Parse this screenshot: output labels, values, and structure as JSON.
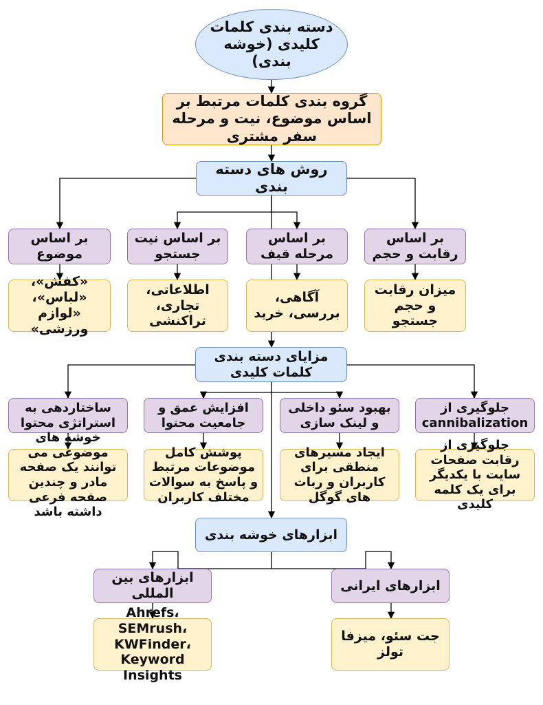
{
  "title": "دسته بندی کلمات کلیدی (خوشه بندی)",
  "definition": "گروه بندی کلمات مرتبط بر اساس موضوع، نیت و مرحله سفر مشتری",
  "methods": {
    "heading": "روش های دسته بندی",
    "items": [
      {
        "label": "بر اساس موضوع",
        "detail": "«کفش»، «لباس»، «لوازم ورزشی»"
      },
      {
        "label": "بر اساس نیت جستجو",
        "detail": "اطلاعاتی، تجاری، تراکنشی"
      },
      {
        "label": "بر اساس مرحله قیف",
        "detail": "آگاهی، بررسی، خرید"
      },
      {
        "label": "بر اساس رقابت و حجم",
        "detail": "میزان رقابت و حجم جستجو"
      }
    ]
  },
  "benefits": {
    "heading": "مزایای دسته بندی کلمات کلیدی",
    "items": [
      {
        "label": "ساختاردهی به استراتژی محتوا",
        "detail": "خوشه های موضوعی می توانند یک صفحه مادر و چندین صفحه فرعی داشته باشد"
      },
      {
        "label": "افزایش عمق و جامعیت محتوا",
        "detail": "پوشش کامل موضوعات مرتبط و پاسخ به سوالات مختلف کاربران"
      },
      {
        "label": "بهبود سئو داخلی و لینک سازی",
        "detail": "ایجاد مسیرهای منطقی برای کاربران و ربات های گوگل"
      },
      {
        "label": "جلوگیری از cannibalization",
        "detail": "جلوگیری از رقابت صفحات سایت با یکدیگر برای یک کلمه کلیدی"
      }
    ]
  },
  "tools": {
    "heading": "ابزارهای خوشه بندی",
    "items": [
      {
        "label": "ابزارهای بین المللی",
        "detail": "Ahrefs، SEMrush، KWFinder، Keyword Insights"
      },
      {
        "label": "ابزارهای ایرانی",
        "detail": "جت سئو، میزفا تولز"
      }
    ]
  },
  "colors": {
    "blue_fill": "#dae8fc",
    "orange_fill": "#ffe6cc",
    "purple_fill": "#e1d5e7",
    "yellow_fill": "#fff2cc",
    "line": "#000000"
  }
}
